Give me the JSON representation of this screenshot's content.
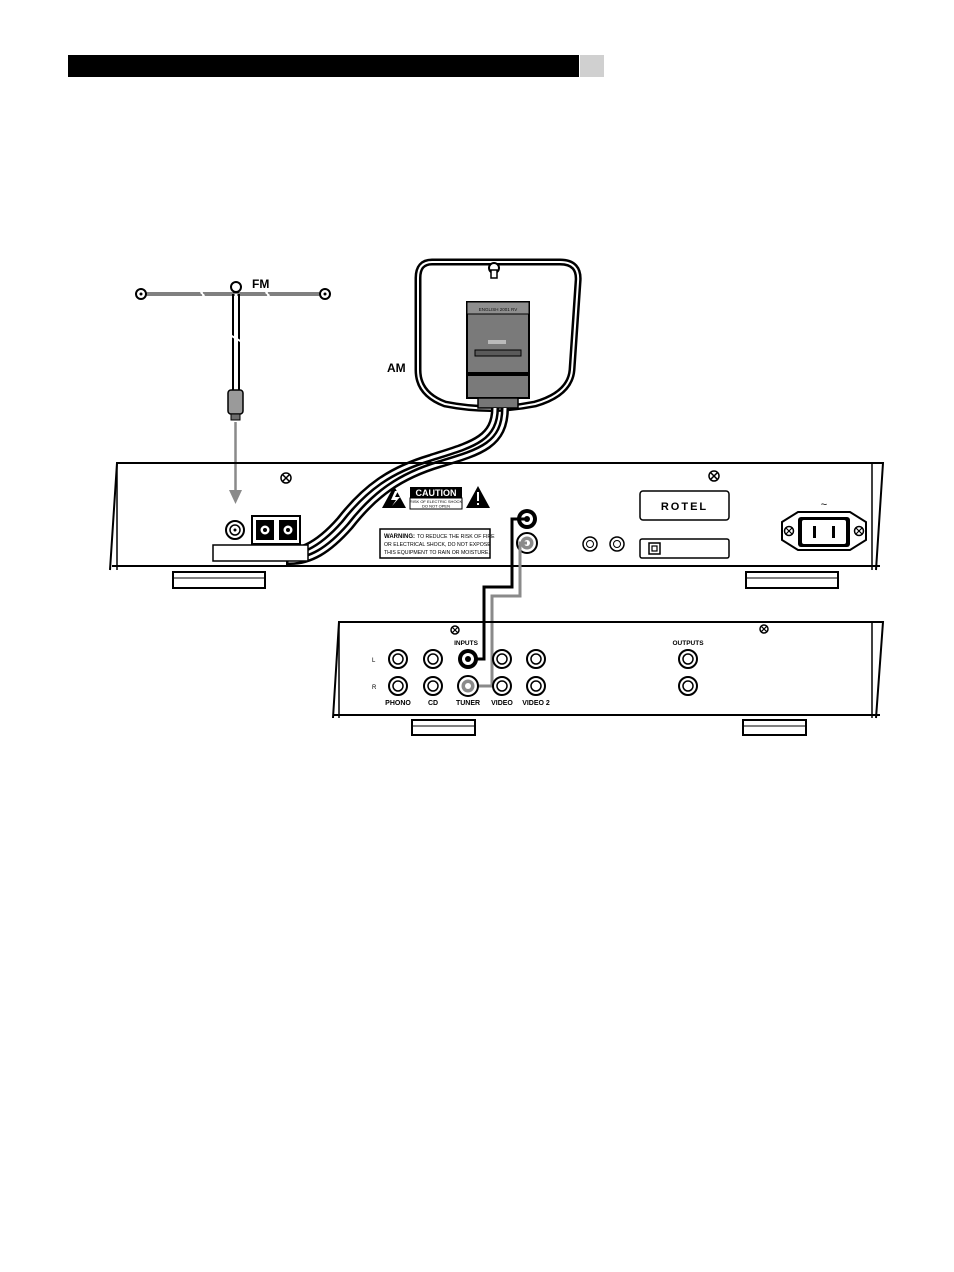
{
  "antennas": {
    "fm_label": "FM",
    "am_label": "AM",
    "am_loop_tag": "ENGLISH 2001 RV"
  },
  "tuner": {
    "brand": "ROTEL",
    "caution_title": "CAUTION",
    "caution_line1": "RISK OF ELECTRIC SHOCK",
    "caution_line2": "DO NOT OPEN",
    "warning_bold": "WARNING:",
    "warning_line1": "TO REDUCE THE RISK OF FIRE",
    "warning_line2": "OR ELECTRICAL SHOCK, DO NOT EXPOSE",
    "warning_line3": "THIS EQUIPMENT TO RAIN OR MOISTURE.",
    "ac_symbol": "~"
  },
  "amplifier": {
    "inputs_label": "INPUTS",
    "outputs_label": "OUTPUTS",
    "row_left": "L",
    "row_right": "R",
    "input_names": [
      "PHONO",
      "CD",
      "TUNER",
      "VIDEO",
      "VIDEO 2"
    ]
  }
}
